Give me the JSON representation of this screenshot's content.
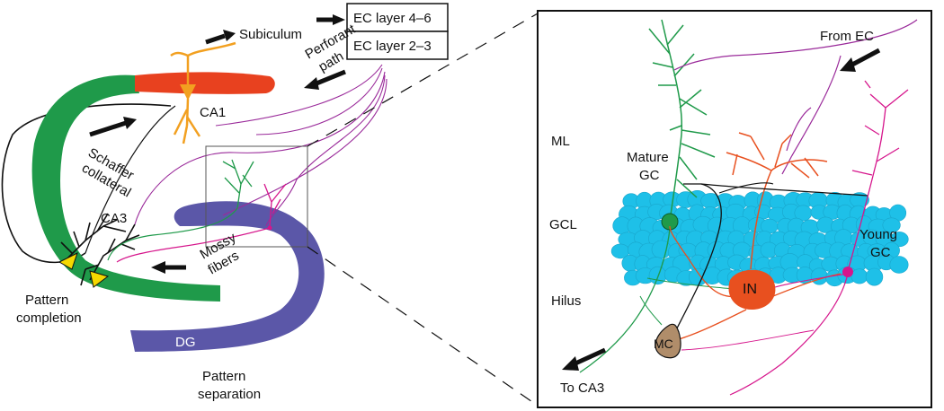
{
  "left_panel": {
    "labels": {
      "subiculum": "Subiculum",
      "ec_layer_4_6": "EC layer 4–6",
      "ec_layer_2_3": "EC layer 2–3",
      "perforant_path_line1": "Perforant",
      "perforant_path_line2": "path",
      "ca1": "CA1",
      "schaffer_line1": "Schaffer",
      "schaffer_line2": "collateral",
      "ca3": "CA3",
      "mossy_line1": "Mossy",
      "mossy_line2": "fibers",
      "pattern_completion_line1": "Pattern",
      "pattern_completion_line2": "completion",
      "dg": "DG",
      "pattern_separation_line1": "Pattern",
      "pattern_separation_line2": "separation"
    }
  },
  "right_panel": {
    "labels": {
      "from_ec": "From EC",
      "ml": "ML",
      "mature_gc_line1": "Mature",
      "mature_gc_line2": "GC",
      "gcl": "GCL",
      "young_gc_line1": "Young",
      "young_gc_line2": "GC",
      "hilus": "Hilus",
      "in": "IN",
      "mc": "MC",
      "to_ca3": "To CA3"
    }
  },
  "colors": {
    "ca1_region": "#e8411f",
    "ca3_region": "#1f9a4a",
    "dg_region": "#5b57a8",
    "gcl_cells": "#1ec0e8",
    "mature_gc": "#1f9a4a",
    "young_gc": "#d6168c",
    "ec_fibers": "#9a2a9a",
    "interneuron": "#e8501f",
    "mossy_cell": "#b08d6a",
    "ca1_neuron": "#f2a020",
    "ca3_neuron_body": "#f5d800"
  }
}
